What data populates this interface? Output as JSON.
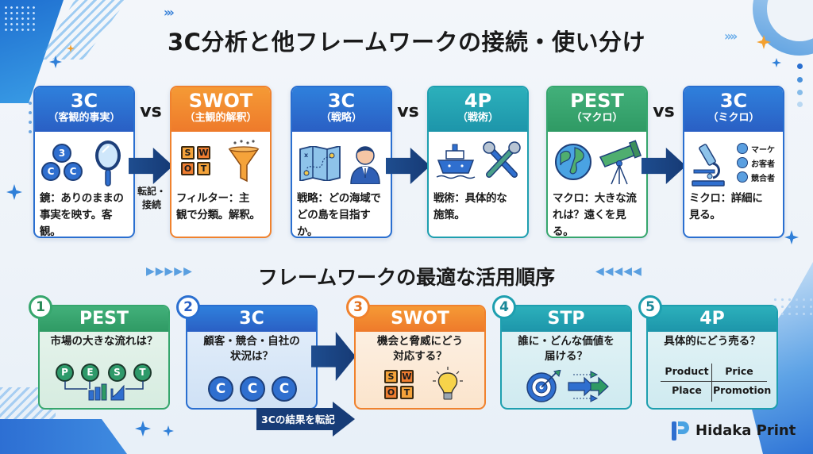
{
  "title": "3C分析と他フレームワークの接続・使い分け",
  "comparison": {
    "vs_label": "vs",
    "connector_label_line1": "転記・",
    "connector_label_line2": "接続",
    "cards": [
      {
        "name": "3C",
        "sub": "（客観的事実）",
        "desc_line1": "鏡：ありのままの",
        "desc_line2": "事実を映す。客観。",
        "color": "#2a6fd0",
        "icons": [
          "3c-circles-icon",
          "mirror-icon"
        ]
      },
      {
        "name": "SWOT",
        "sub": "（主観的解釈）",
        "desc_line1": "フィルター：主",
        "desc_line2": "観で分類。解釈。",
        "color": "#f0822e",
        "icons": [
          "swot-tiles-icon",
          "funnel-icon"
        ]
      },
      {
        "name": "3C",
        "sub": "（戦略）",
        "desc_line1": "戦略：どの海域で",
        "desc_line2": "どの島を目指すか。",
        "color": "#2a6fd0",
        "icons": [
          "map-icon",
          "businessman-icon"
        ]
      },
      {
        "name": "4P",
        "sub": "（戦術）",
        "desc_line1": "戦術：具体的な",
        "desc_line2": "施策。",
        "color": "#1e9faf",
        "icons": [
          "ship-icon",
          "tools-icon"
        ]
      },
      {
        "name": "PEST",
        "sub": "（マクロ）",
        "desc_line1": "マクロ：大きな流",
        "desc_line2": "れは？遠くを見る。",
        "color": "#36a66d",
        "icons": [
          "globe-icon",
          "telescope-icon"
        ]
      },
      {
        "name": "3C",
        "sub": "（ミクロ）",
        "desc_line1": "ミクロ：詳細に",
        "desc_line2": "見る。",
        "color": "#2a6fd0",
        "icons": [
          "microscope-icon"
        ],
        "legend": [
          "マーケ",
          "お客者",
          "競合者"
        ]
      }
    ]
  },
  "sequence": {
    "title": "フレームワークの最適な活用順序",
    "transfer_label": "3Cの結果を転記",
    "steps": [
      {
        "num": "1",
        "name": "PEST",
        "q_line1": "市場の大きな流れは？",
        "q_line2": "",
        "letters": [
          "P",
          "E",
          "S",
          "T"
        ],
        "color": "#36a66d"
      },
      {
        "num": "2",
        "name": "3C",
        "q_line1": "顧客・競合・自社の",
        "q_line2": "状況は？",
        "letters": [
          "C",
          "C",
          "C"
        ],
        "color": "#2a6fd0"
      },
      {
        "num": "3",
        "name": "SWOT",
        "q_line1": "機会と脅威にどう",
        "q_line2": "対応する？",
        "letters": [
          "S",
          "W",
          "O",
          "T"
        ],
        "color": "#f0822e"
      },
      {
        "num": "4",
        "name": "STP",
        "q_line1": "誰に・どんな価値を",
        "q_line2": "届ける？",
        "color": "#1e9faf"
      },
      {
        "num": "5",
        "name": "4P",
        "q_line1": "具体的にどう売る？",
        "q_line2": "",
        "grid": [
          "Product",
          "Price",
          "Place",
          "Promotion"
        ],
        "color": "#1e9faf"
      }
    ]
  },
  "brand": {
    "name": "Hidaka Print"
  }
}
